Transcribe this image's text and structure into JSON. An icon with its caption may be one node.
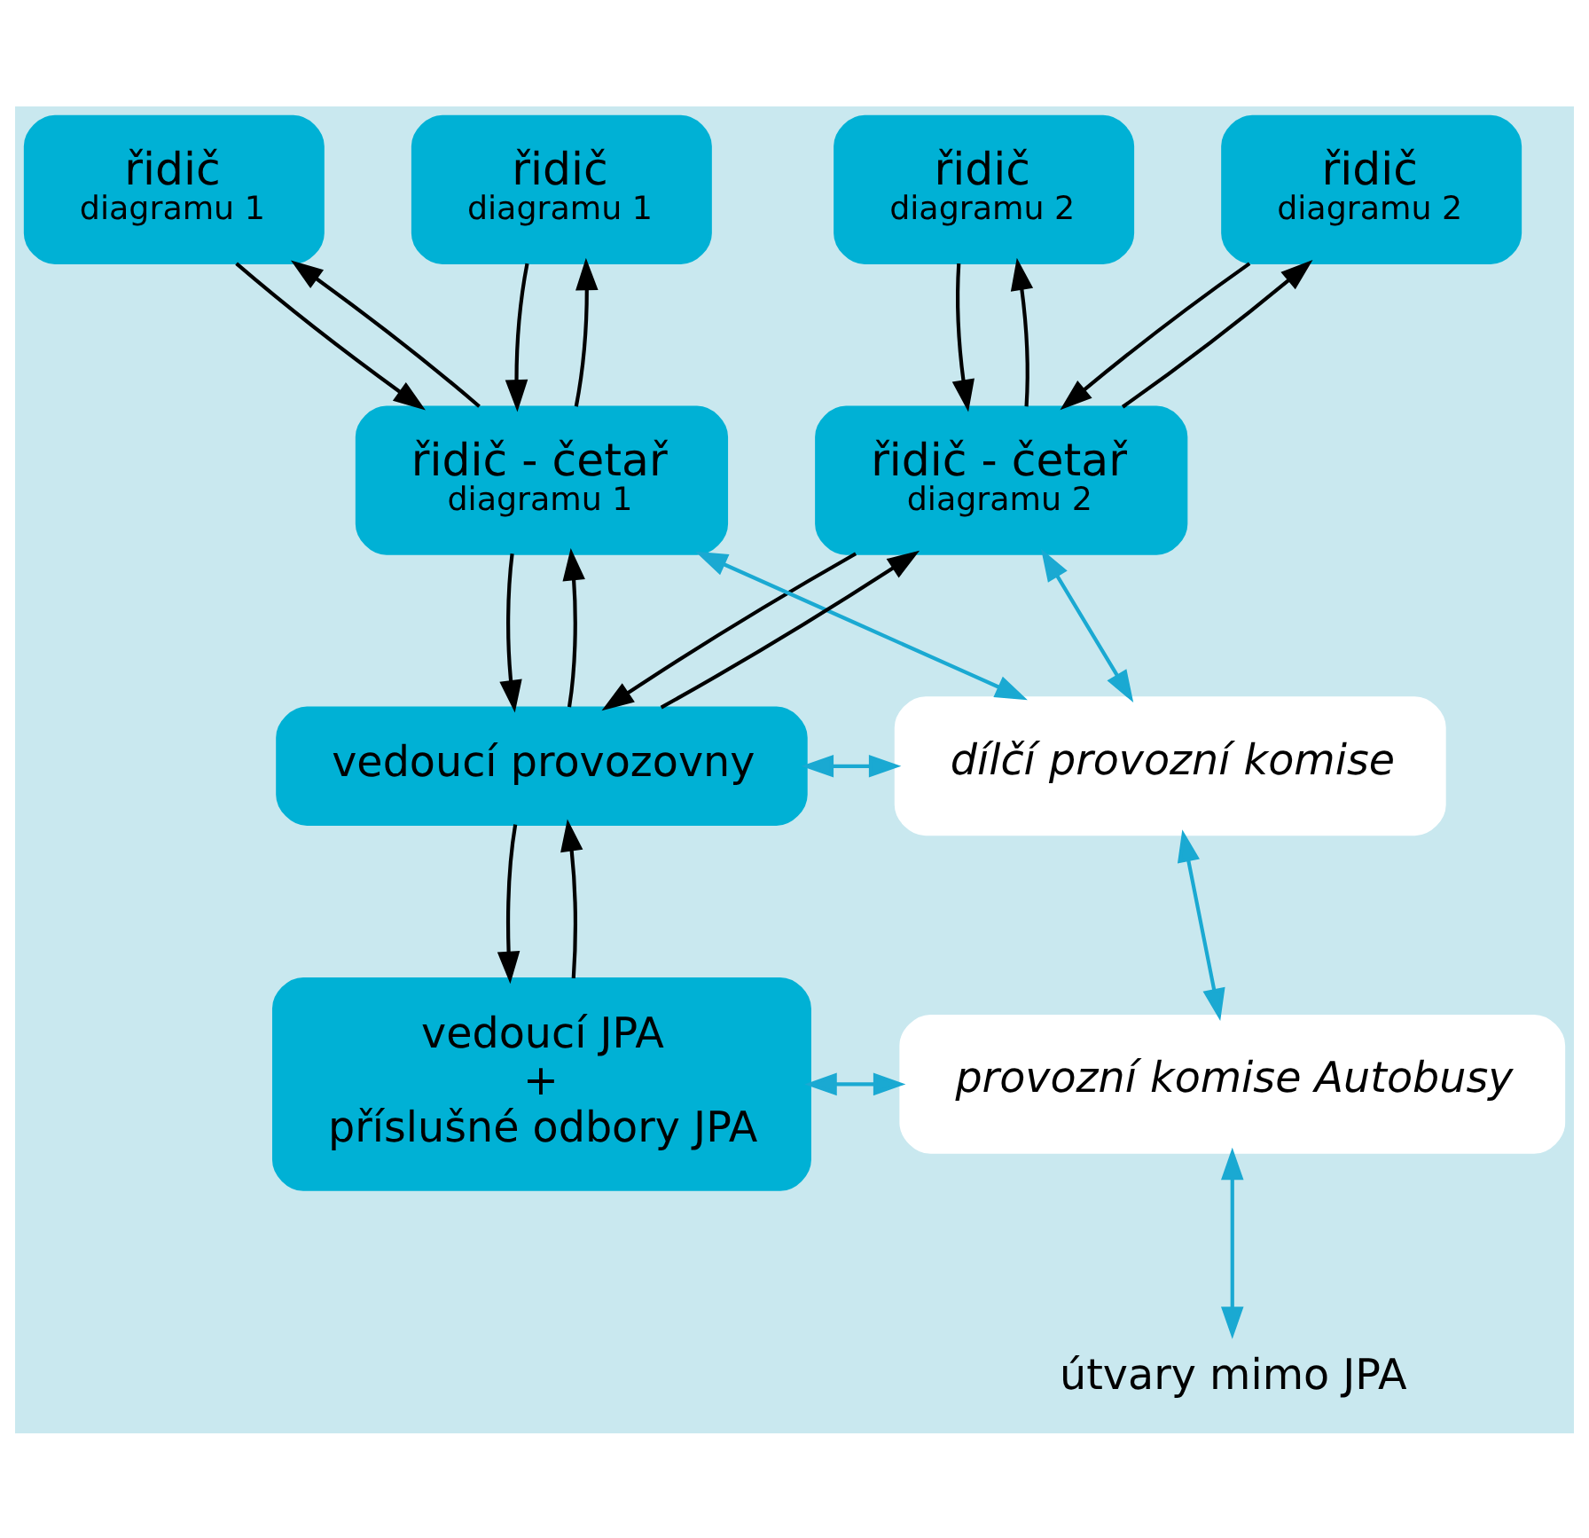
{
  "diagram": {
    "nodes": [
      {
        "text": [
          "řidič",
          "diagramu 1"
        ]
      },
      {
        "text": [
          "řidič",
          "diagramu 1"
        ]
      },
      {
        "text": [
          "řidič",
          "diagramu 2"
        ]
      },
      {
        "text": [
          "řidič",
          "diagramu 2"
        ]
      },
      {
        "text": [
          "řidič - četař",
          "diagramu 1"
        ]
      },
      {
        "text": [
          "řidič - četař",
          "diagramu 2"
        ]
      },
      {
        "text": [
          "dílčí provozní komise"
        ]
      },
      {
        "text": [
          "vedoucí provozovny"
        ]
      },
      {
        "text": [
          "provozní komise Autobusy"
        ]
      },
      {
        "text": [
          "vedoucí JPA",
          "+",
          "příslušné odbory JPA"
        ]
      },
      {
        "text": [
          "útvary mimo JPA"
        ]
      }
    ],
    "edges": [
      {
        "from": 4,
        "to": 0,
        "arrow": "to"
      },
      {
        "from": 0,
        "to": 4,
        "arrow": "to"
      },
      {
        "from": 4,
        "to": 1,
        "arrow": "to"
      },
      {
        "from": 1,
        "to": 4,
        "arrow": "to"
      },
      {
        "from": 5,
        "to": 2,
        "arrow": "to"
      },
      {
        "from": 2,
        "to": 5,
        "arrow": "to"
      },
      {
        "from": 5,
        "to": 3,
        "arrow": "to"
      },
      {
        "from": 3,
        "to": 5,
        "arrow": "to"
      },
      {
        "from": 4,
        "to": 7,
        "arrow": "to"
      },
      {
        "from": 7,
        "to": 4,
        "arrow": "to"
      },
      {
        "from": 7,
        "to": 5,
        "arrow": "to"
      },
      {
        "from": 5,
        "to": 7,
        "arrow": "to"
      },
      {
        "from": 6,
        "to": 4,
        "arrow": "both",
        "color": "#1aa9d2"
      },
      {
        "from": 6,
        "to": 5,
        "arrow": "both",
        "color": "#1aa9d2"
      },
      {
        "from": 7,
        "to": 6,
        "arrow": "both",
        "color": "#1aa9d2"
      },
      {
        "from": 9,
        "to": 7,
        "arrow": "to"
      },
      {
        "from": 7,
        "to": 9,
        "arrow": "to"
      },
      {
        "from": 6,
        "to": 8,
        "arrow": "both",
        "color": "#1aa9d2"
      },
      {
        "from": 9,
        "to": 8,
        "arrow": "both",
        "color": "#1aa9d2"
      },
      {
        "from": 8,
        "to": 10,
        "arrow": "both",
        "color": "#1aa9d2"
      }
    ]
  }
}
